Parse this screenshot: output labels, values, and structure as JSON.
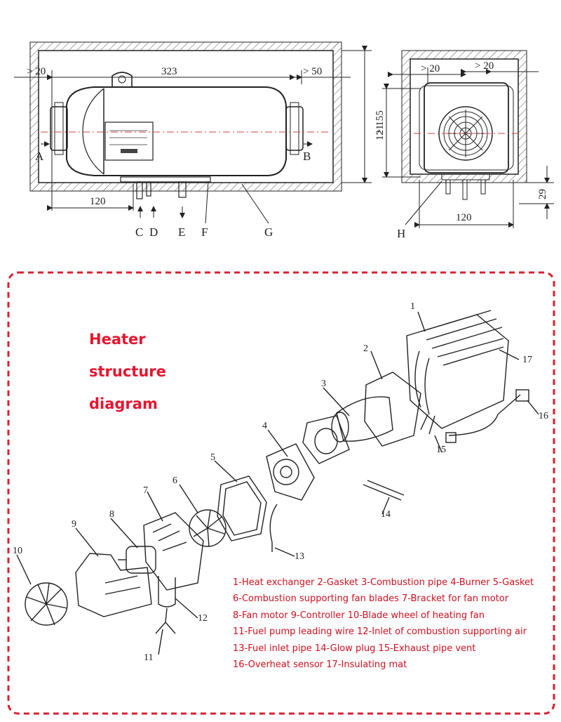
{
  "dimensions": {
    "front_left_gap": "> 20",
    "front_length": "323",
    "front_right_gap": "> 50",
    "front_height": "> 155",
    "front_bracket_width": "120",
    "side_left_gap": "> 20",
    "side_right_gap": "> 20",
    "side_height": "121",
    "side_base": "29",
    "side_width": "120"
  },
  "port_labels": {
    "a": "A",
    "b": "B",
    "c": "C",
    "d": "D",
    "e": "E",
    "f": "F",
    "g": "G",
    "h": "H"
  },
  "title": [
    "Heater",
    "structure",
    "diagram"
  ],
  "part_numbers": [
    "1",
    "2",
    "3",
    "4",
    "5",
    "6",
    "7",
    "8",
    "9",
    "10",
    "11",
    "12",
    "13",
    "14",
    "15",
    "16",
    "17"
  ],
  "legend": [
    "1-Heat exchanger  2-Gasket  3-Combustion pipe  4-Burner  5-Gasket",
    "6-Combustion supporting fan blades  7-Bracket for fan motor",
    "8-Fan motor  9-Controller  10-Blade wheel of heating fan",
    "11-Fuel pump leading wire  12-Inlet of combustion supporting air",
    "13-Fuel inlet pipe  14-Glow plug  15-Exhaust pipe vent",
    "16-Overheat sensor  17-Insulating mat"
  ],
  "colors": {
    "accent": "#e4152f",
    "frame": "#d9202f",
    "line": "#222222"
  }
}
